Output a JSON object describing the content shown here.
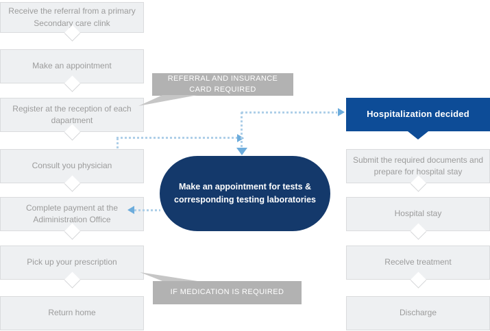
{
  "left_steps": [
    "Receive the referral from a primary Secondary care clink",
    "Make an appointment",
    "Register at the reception of each dapartment",
    "Consult you physician",
    "Complete payment at the Adiministration Office",
    "Pick up your prescription",
    "Return home"
  ],
  "right_steps": [
    "Hospitalization decided",
    "Submit the required documents and prepare for hospital stay",
    "Hospital stay",
    "Recelve treatment",
    "Discharge"
  ],
  "center_pill": "Make an appointment for tests & corresponding testing laboratories",
  "callouts": {
    "referral_card": "REFERRAL AND INSURANCE CARD REQUIRED",
    "medication": "IF MEDICATION IS REQUIRED"
  },
  "colors": {
    "step_box_fill": "#eef0f2",
    "step_box_border": "#dadbdd",
    "step_text": "#9b9b9b",
    "decision_blue": "#0d4c97",
    "pill_navy": "#14396b",
    "callout_gray": "#b2b2b2",
    "callout_text": "#ffffff",
    "dotted_line_blue": "#aecfe8",
    "arrowhead_blue": "#6cacdc"
  }
}
